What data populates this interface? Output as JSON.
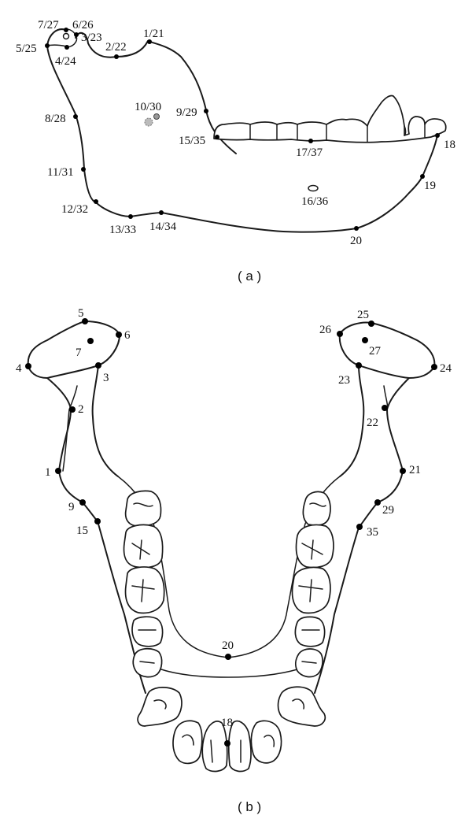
{
  "panels": [
    {
      "caption": "( a )",
      "landmarks": [
        {
          "label": "7/27"
        },
        {
          "label": "6/26"
        },
        {
          "label": "3/23"
        },
        {
          "label": "5/25"
        },
        {
          "label": "4/24"
        },
        {
          "label": "2/22"
        },
        {
          "label": "1/21"
        },
        {
          "label": "10/30"
        },
        {
          "label": "9/29"
        },
        {
          "label": "8/28"
        },
        {
          "label": "15/35"
        },
        {
          "label": "17/37"
        },
        {
          "label": "18"
        },
        {
          "label": "11/31"
        },
        {
          "label": "19"
        },
        {
          "label": "16/36"
        },
        {
          "label": "12/32"
        },
        {
          "label": "13/33"
        },
        {
          "label": "14/34"
        },
        {
          "label": "20"
        }
      ]
    },
    {
      "caption": "( b )",
      "landmarks": [
        {
          "label": "5"
        },
        {
          "label": "6"
        },
        {
          "label": "7"
        },
        {
          "label": "4"
        },
        {
          "label": "3"
        },
        {
          "label": "2"
        },
        {
          "label": "1"
        },
        {
          "label": "9"
        },
        {
          "label": "15"
        },
        {
          "label": "25"
        },
        {
          "label": "26"
        },
        {
          "label": "27"
        },
        {
          "label": "24"
        },
        {
          "label": "23"
        },
        {
          "label": "22"
        },
        {
          "label": "21"
        },
        {
          "label": "29"
        },
        {
          "label": "35"
        },
        {
          "label": "20"
        },
        {
          "label": "18"
        }
      ]
    }
  ]
}
